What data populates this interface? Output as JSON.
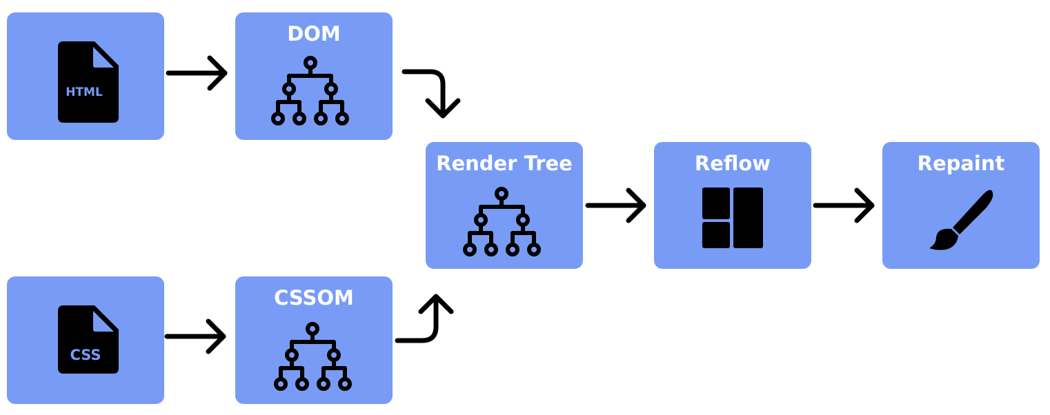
{
  "nodes": {
    "html_file": {
      "label": "HTML",
      "icon": "html-file-icon"
    },
    "css_file": {
      "label": "CSS",
      "icon": "css-file-icon"
    },
    "dom": {
      "title": "DOM",
      "icon": "tree-icon"
    },
    "cssom": {
      "title": "CSSOM",
      "icon": "tree-icon"
    },
    "render_tree": {
      "title": "Render Tree",
      "icon": "tree-icon"
    },
    "reflow": {
      "title": "Reflow",
      "icon": "layout-icon"
    },
    "repaint": {
      "title": "Repaint",
      "icon": "paintbrush-icon"
    }
  },
  "colors": {
    "node_fill": "#789cf5",
    "title_text": "#ffffff",
    "icon": "#000000",
    "arrow": "#000000",
    "file_label_text": "#789cf5"
  },
  "edges": [
    {
      "from": "HTML",
      "to": "DOM"
    },
    {
      "from": "CSS",
      "to": "CSSOM"
    },
    {
      "from": "DOM",
      "to": "Render Tree"
    },
    {
      "from": "CSSOM",
      "to": "Render Tree"
    },
    {
      "from": "Render Tree",
      "to": "Reflow"
    },
    {
      "from": "Reflow",
      "to": "Repaint"
    }
  ]
}
